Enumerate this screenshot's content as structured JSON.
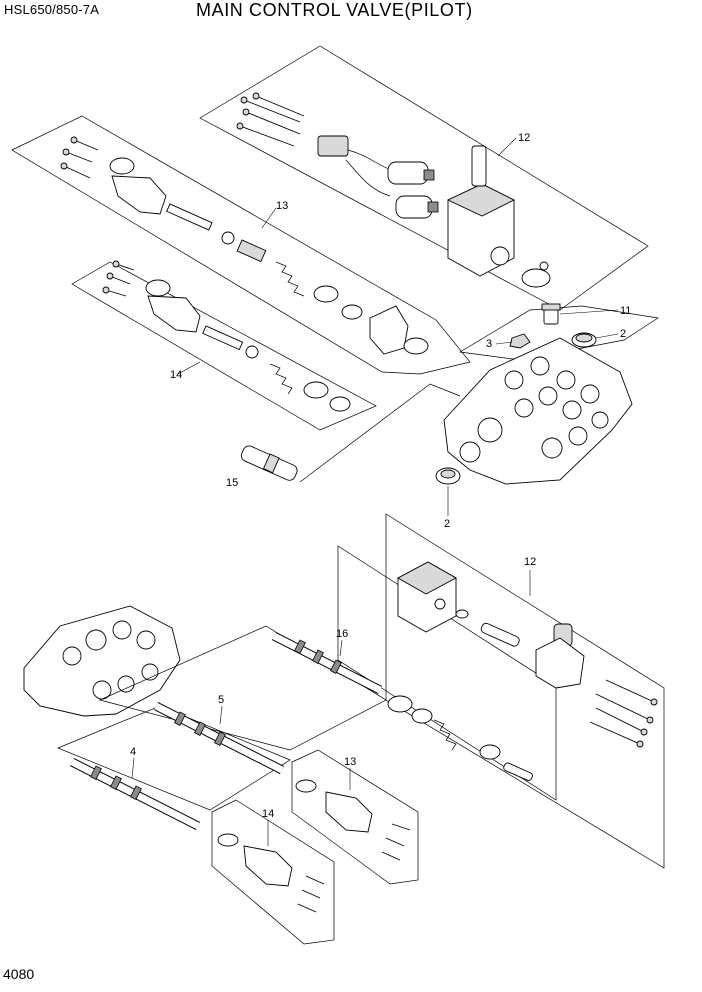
{
  "header": {
    "model": "HSL650/850-7A",
    "title": "MAIN CONTROL VALVE(PILOT)"
  },
  "page_number": "4080",
  "callouts": {
    "c12_top": "12",
    "c13_top": "13",
    "c11": "11",
    "c2_top": "2",
    "c3": "3",
    "c14_top": "14",
    "c15": "15",
    "c2_mid": "2",
    "c12_bottom": "12",
    "c16": "16",
    "c5": "5",
    "c4": "4",
    "c13_bottom": "13",
    "c14_bottom": "14"
  },
  "colors": {
    "line": "#000000",
    "shade": "#d9d9d9",
    "dark": "#8c8c8c"
  }
}
